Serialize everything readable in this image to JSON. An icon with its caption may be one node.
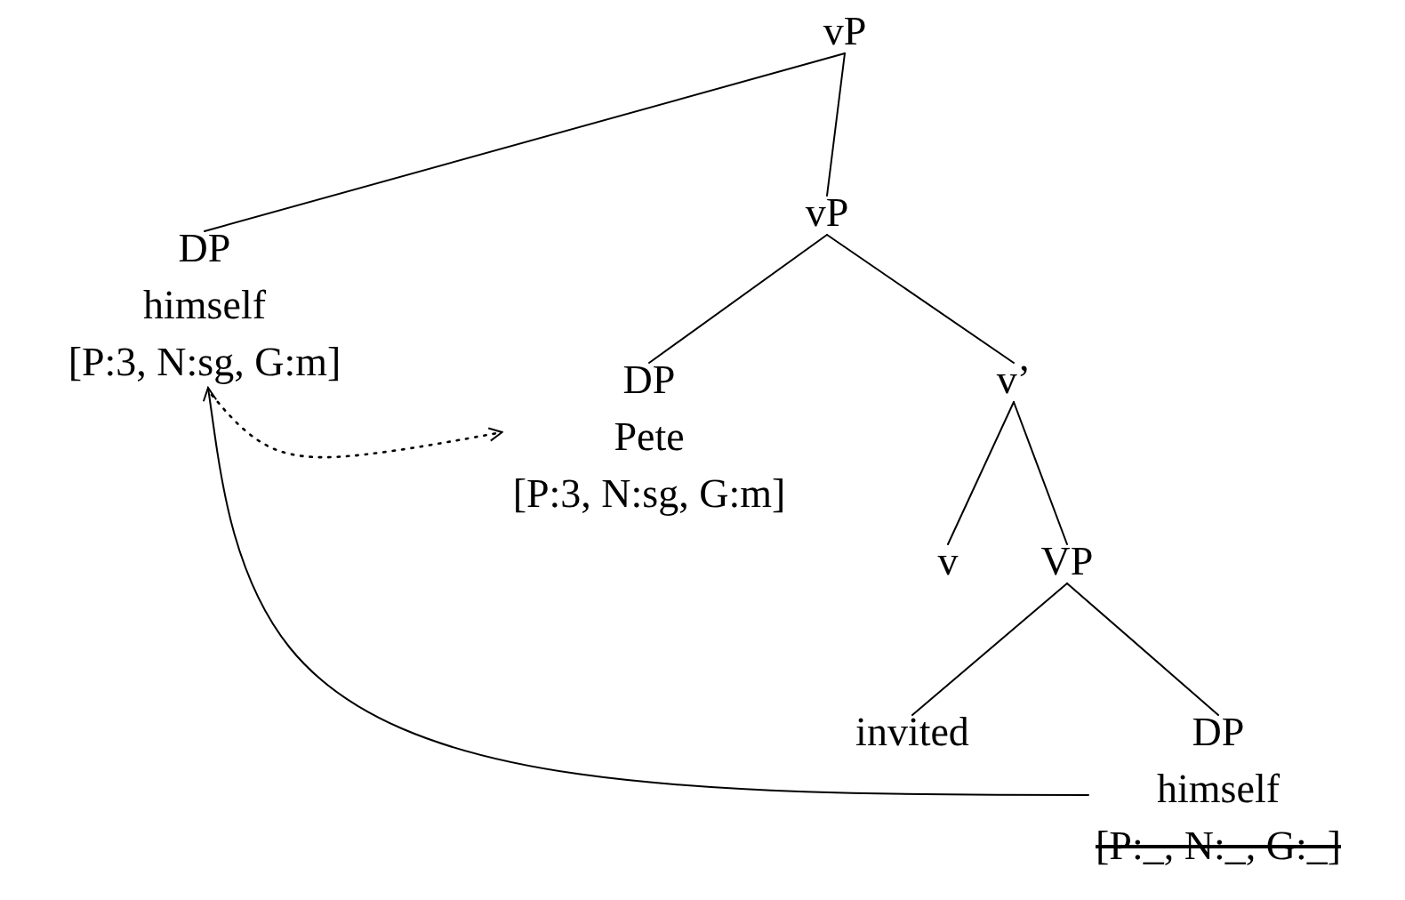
{
  "diagram": {
    "nodes": [
      {
        "text": [
          "vP"
        ]
      },
      {
        "text": [
          "DP",
          "himself",
          "[P:3, N:sg, G:m]"
        ]
      },
      {
        "text": [
          "vP"
        ]
      },
      {
        "text": [
          "DP",
          "Pete",
          "[P:3, N:sg, G:m]"
        ]
      },
      {
        "text": [
          "v’"
        ]
      },
      {
        "text": [
          "v"
        ]
      },
      {
        "text": [
          "VP"
        ]
      },
      {
        "text": [
          "invited"
        ]
      },
      {
        "text": [
          "DP",
          "himself",
          "[P:_, N:_, G:_]"
        ]
      }
    ],
    "edges": [
      {
        "from": 0,
        "to": 1,
        "arrow": "none"
      },
      {
        "from": 0,
        "to": 2,
        "arrow": "none"
      },
      {
        "from": 2,
        "to": 3,
        "arrow": "none"
      },
      {
        "from": 2,
        "to": 4,
        "arrow": "none"
      },
      {
        "from": 4,
        "to": 5,
        "arrow": "none"
      },
      {
        "from": 4,
        "to": 6,
        "arrow": "none"
      },
      {
        "from": 6,
        "to": 7,
        "arrow": "none"
      },
      {
        "from": 6,
        "to": 8,
        "arrow": "none"
      },
      {
        "from": 8,
        "to": 1,
        "arrow": "to"
      },
      {
        "from": 1,
        "to": 3,
        "arrow": "to",
        "style": "dashed"
      }
    ]
  }
}
